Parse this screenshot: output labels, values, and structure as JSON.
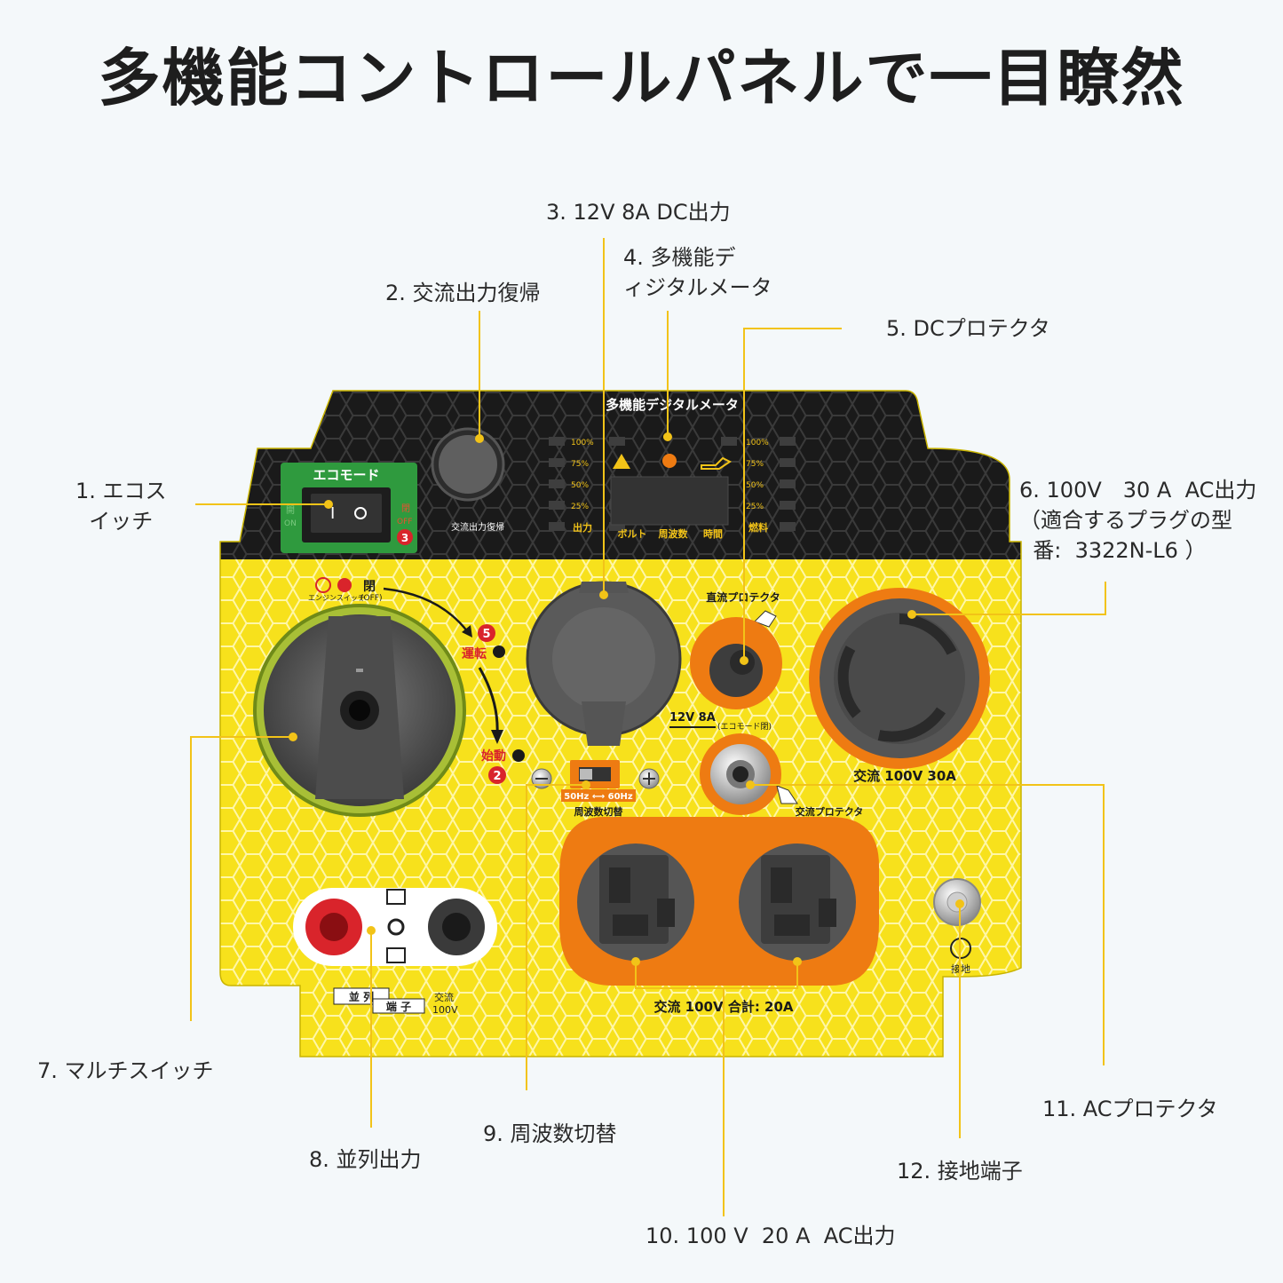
{
  "title": "多機能コントロールパネルで一目瞭然",
  "colors": {
    "background": "#f4f8fa",
    "panel_yellow": "#f7e11c",
    "panel_black": "#1a1a1a",
    "accent_orange": "#ee7b12",
    "leader_line": "#f2c318",
    "eco_green": "#2f9a3e",
    "socket_gray": "#555555"
  },
  "callouts": {
    "c1": "1. エコス\n  イッチ",
    "c2": "2. 交流出力復帰",
    "c3": "3. 12V 8A DC出力",
    "c4": "4. 多機能デ\nィジタルメータ",
    "c5": "5. DCプロテクタ",
    "c6": "6. 100V　30 A  AC出力\n（適合するプラグの型\n  番:  3322N-L6 ）",
    "c7": "7. マルチスイッチ",
    "c8": "8. 並列出力",
    "c9": "9. 周波数切替",
    "c10": "10. 100 V  20 A  AC出力",
    "c11": "11. ACプロテクタ",
    "c12": "12. 接地端子"
  },
  "panel": {
    "meter_title": "多機能デジタルメータ",
    "eco_mode": "エコモード",
    "eco_off": "閉",
    "eco_off2": "OFF",
    "eco_on": "開",
    "eco_on2": "ON",
    "eco_num": "3",
    "reset_label": "交流出力復帰",
    "pct_100": "100%",
    "pct_75": "75%",
    "pct_50": "50%",
    "pct_25": "25%",
    "meter_output": "出力",
    "meter_volt": "ボルト",
    "meter_freq": "周波数",
    "meter_time": "時間",
    "meter_fuel": "燃料",
    "dc_protector": "直流プロテクタ",
    "dc_rating": "12V  8A",
    "dc_note": "(エコモード閉)",
    "ac30_rating": "交流 100V  30A",
    "ac_protector": "交流プロテクタ",
    "freq_setting": "50Hz ⟷ 60Hz",
    "freq_label": "周波数切替",
    "engine_switch": "エンジンスイッチ",
    "knob_off": "閉",
    "knob_off2": "(OFF)",
    "knob_run": "運転",
    "knob_run_num": "5",
    "knob_start": "始動",
    "knob_start_num": "2",
    "parallel_1": "並 列",
    "parallel_2": "端 子",
    "parallel_ac": "交流",
    "parallel_v": "100V",
    "ac20_rating": "交流 100V  合計: 20A",
    "ground": "接地"
  }
}
